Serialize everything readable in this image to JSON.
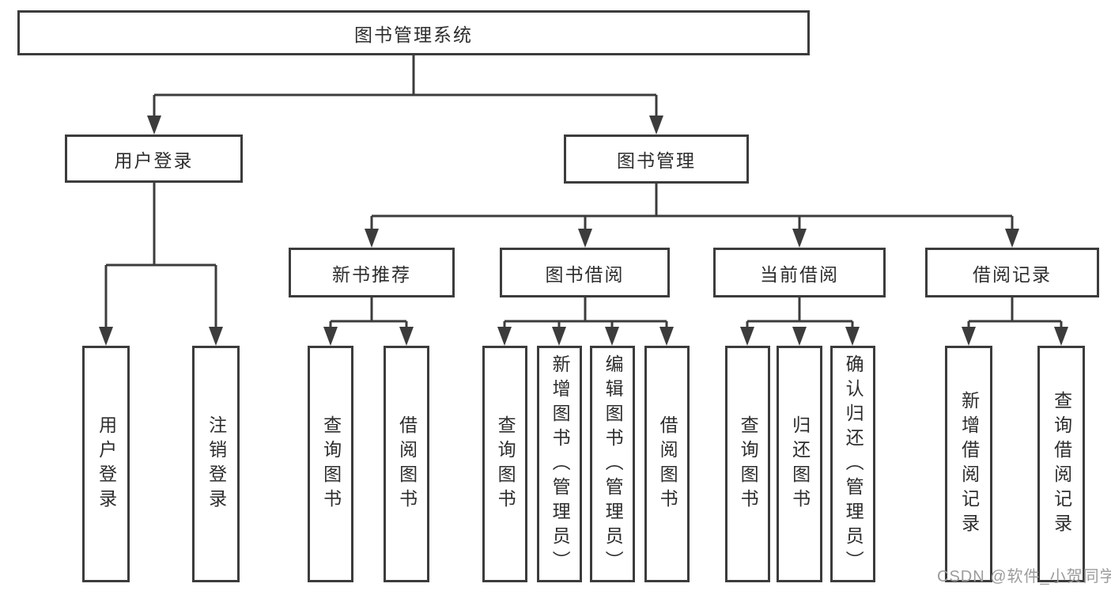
{
  "diagram": {
    "root": {
      "label": "图书管理系统"
    },
    "level2": {
      "user_login": {
        "label": "用户登录"
      },
      "book_mgmt": {
        "label": "图书管理"
      }
    },
    "level3": {
      "new_book_rec": {
        "label": "新书推荐"
      },
      "book_borrow": {
        "label": "图书借阅"
      },
      "current_borrow": {
        "label": "当前借阅"
      },
      "borrow_records": {
        "label": "借阅记录"
      }
    },
    "leaves": {
      "user_login": [
        "用户登录",
        "注销登录"
      ],
      "new_book_rec": [
        "查询图书",
        "借阅图书"
      ],
      "book_borrow": [
        "查询图书",
        "新增图书（管理员）",
        "编辑图书（管理员）",
        "借阅图书"
      ],
      "current_borrow": [
        "查询图书",
        "归还图书",
        "确认归还（管理员）"
      ],
      "borrow_records": [
        "新增借阅记录",
        "查询借阅记录"
      ]
    }
  },
  "watermark": {
    "text": "CSDN @软件_小贺同学"
  },
  "colors": {
    "line": "#3c3c3c",
    "text": "#2d2d2d",
    "watermark": "#9c9c9c",
    "background": "#ffffff"
  }
}
